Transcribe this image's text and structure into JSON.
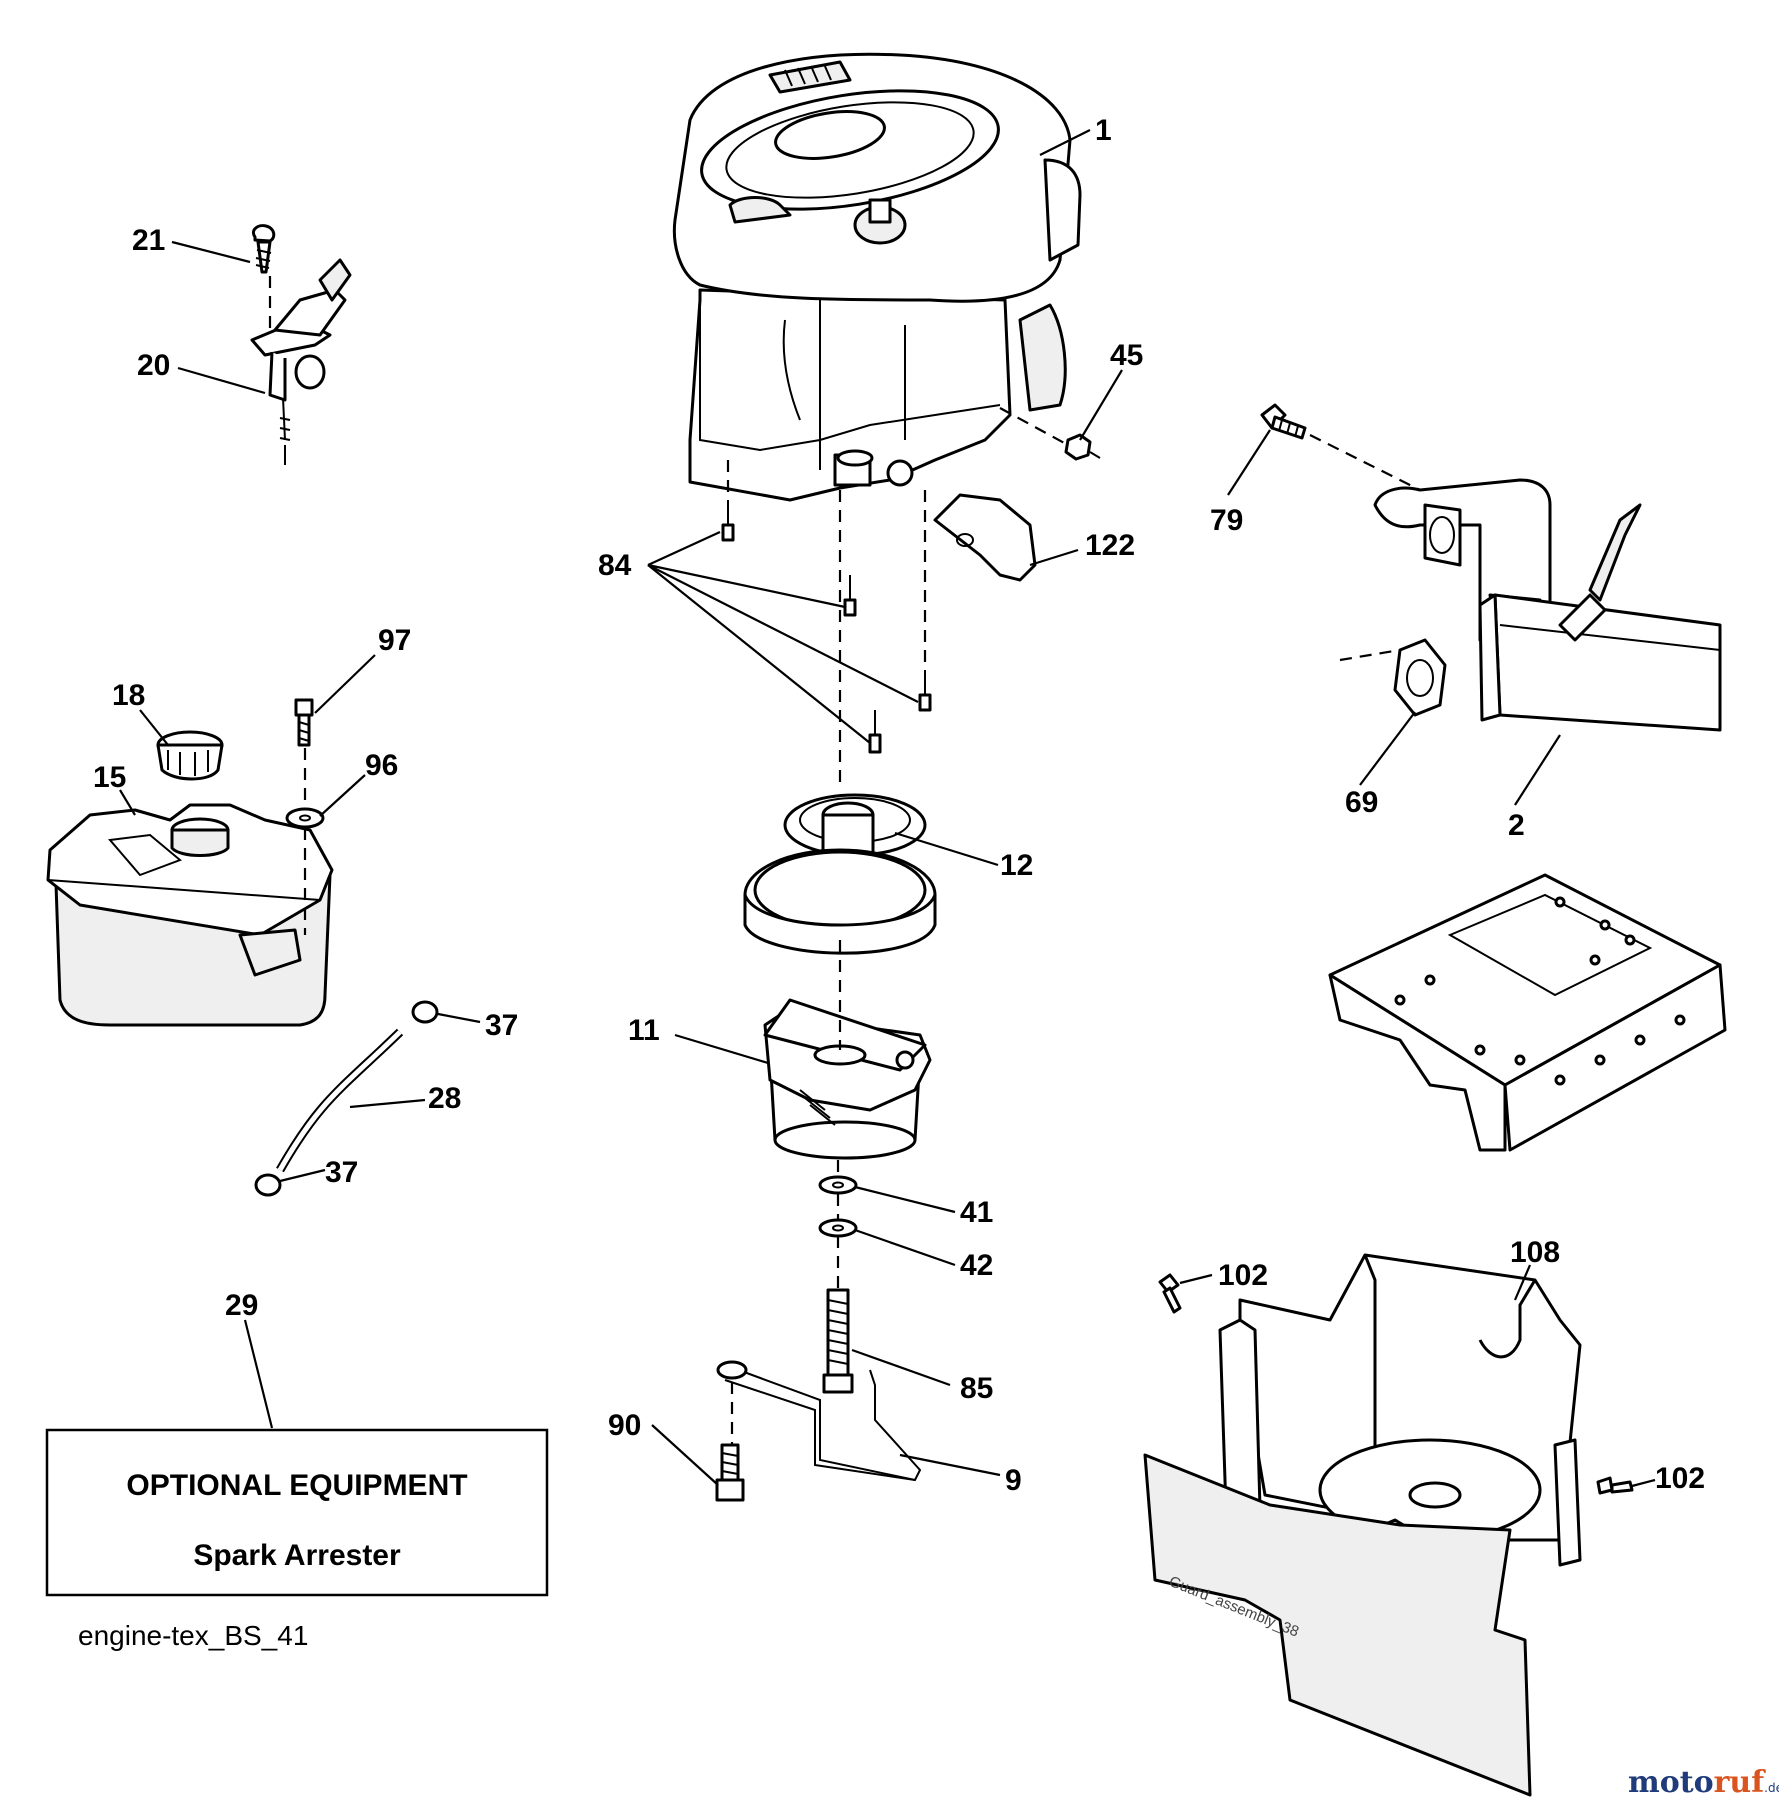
{
  "callouts": {
    "c1": "1",
    "c2": "2",
    "c9": "9",
    "c11": "11",
    "c12": "12",
    "c15": "15",
    "c18": "18",
    "c20": "20",
    "c21": "21",
    "c28": "28",
    "c29": "29",
    "c37a": "37",
    "c37b": "37",
    "c41": "41",
    "c42": "42",
    "c45": "45",
    "c69": "69",
    "c79": "79",
    "c84": "84",
    "c85": "85",
    "c90": "90",
    "c96": "96",
    "c97": "97",
    "c102a": "102",
    "c102b": "102",
    "c108": "108",
    "c122": "122"
  },
  "optional_box": {
    "line1": "OPTIONAL EQUIPMENT",
    "line2": "Spark Arrester"
  },
  "diagram_ref": "engine-tex_BS_41",
  "guard_label": "Guard_assembly_38",
  "watermark": {
    "brand": "moto",
    "accent": "ruf",
    "tld": ".de"
  }
}
